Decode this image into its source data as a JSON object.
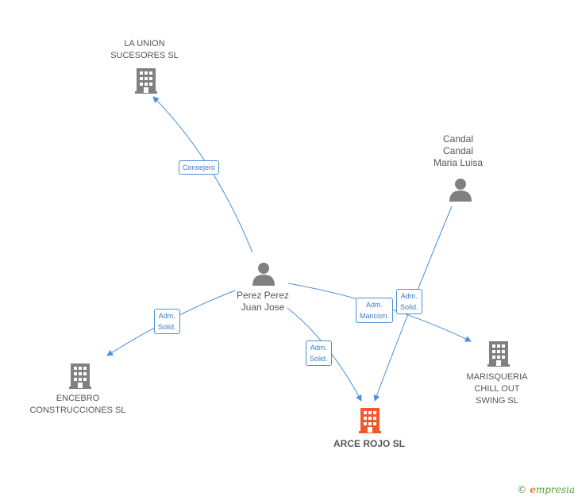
{
  "nodes": {
    "la_union": {
      "lines": [
        "LA UNION",
        "SUCESORES SL"
      ],
      "type": "company"
    },
    "candal": {
      "lines": [
        "Candal",
        "Candal",
        "Maria Luisa"
      ],
      "type": "person"
    },
    "perez": {
      "lines": [
        "Perez Perez",
        "Juan Jose"
      ],
      "type": "person"
    },
    "encebro": {
      "lines": [
        "ENCEBRO",
        "CONSTRUCCIONES SL"
      ],
      "type": "company"
    },
    "arce": {
      "lines": [
        "ARCE ROJO SL"
      ],
      "type": "main-company"
    },
    "marisqueria": {
      "lines": [
        "MARISQUERIA",
        "CHILL OUT",
        "SWING SL"
      ],
      "type": "company"
    }
  },
  "edges": {
    "consejero": {
      "from": "Perez Perez Juan Jose",
      "to": "LA UNION SUCESORES SL",
      "lines": [
        "Consejero"
      ]
    },
    "encebro_rel": {
      "from": "Perez Perez Juan Jose",
      "to": "ENCEBRO CONSTRUCCIONES SL",
      "lines": [
        "Adm.",
        "Solid."
      ]
    },
    "arce_rel": {
      "from": "Perez Perez Juan Jose",
      "to": "ARCE ROJO SL",
      "lines": [
        "Adm.",
        "Solid."
      ]
    },
    "mariq_rel": {
      "from": "Perez Perez Juan Jose",
      "to": "MARISQUERIA CHILL OUT SWING SL",
      "lines": [
        "Adm.",
        "Mancom."
      ]
    },
    "candal_rel": {
      "from": "Candal Candal Maria Luisa",
      "to": "ARCE ROJO SL",
      "lines": [
        "Adm.",
        "Solid."
      ]
    }
  },
  "colors": {
    "edge": "#4a90d9",
    "icon": "#808080",
    "main_icon": "#f05a28"
  },
  "watermark": {
    "copyright": "©",
    "brand_initial": "e",
    "brand_rest": "mpresia"
  }
}
